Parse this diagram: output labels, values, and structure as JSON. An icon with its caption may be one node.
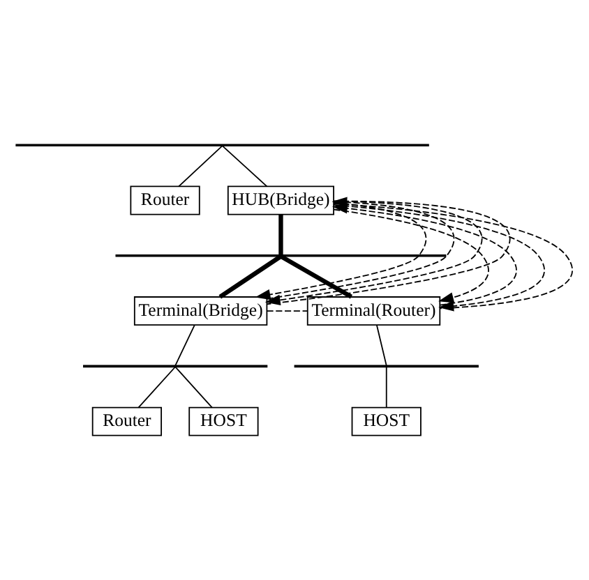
{
  "diagram": {
    "nodes": [
      {
        "text": [],
        "shape": "bar"
      },
      {
        "text": [
          "Router"
        ]
      },
      {
        "text": [
          "HUB(Bridge)"
        ]
      },
      {
        "text": [],
        "shape": "bar"
      },
      {
        "text": [
          "Terminal(Bridge)"
        ]
      },
      {
        "text": [
          "Terminal(Router)"
        ]
      },
      {
        "text": [],
        "shape": "bar"
      },
      {
        "text": [],
        "shape": "bar"
      },
      {
        "text": [
          "Router"
        ]
      },
      {
        "text": [
          "HOST"
        ]
      },
      {
        "text": [
          "HOST"
        ]
      }
    ],
    "edges": [
      {
        "from": 0,
        "to": 1,
        "arrow": "none"
      },
      {
        "from": 0,
        "to": 2,
        "arrow": "none"
      },
      {
        "from": 2,
        "to": 3,
        "arrow": "none",
        "style": "thick"
      },
      {
        "from": 3,
        "to": 4,
        "arrow": "none",
        "style": "thick"
      },
      {
        "from": 3,
        "to": 5,
        "arrow": "none",
        "style": "thick"
      },
      {
        "from": 4,
        "to": 5,
        "arrow": "none",
        "style": "dashed"
      },
      {
        "from": 2,
        "to": 4,
        "arrow": "to",
        "style": "dashed"
      },
      {
        "from": 4,
        "to": 2,
        "arrow": "to",
        "style": "dashed"
      },
      {
        "from": 2,
        "to": 4,
        "arrow": "to",
        "style": "dashed"
      },
      {
        "from": 2,
        "to": 5,
        "arrow": "to",
        "style": "dashed"
      },
      {
        "from": 5,
        "to": 2,
        "arrow": "to",
        "style": "dashed"
      },
      {
        "from": 2,
        "to": 5,
        "arrow": "to",
        "style": "dashed"
      },
      {
        "from": 2,
        "to": 4,
        "arrow": "none",
        "style": "dashed"
      },
      {
        "from": 2,
        "to": 5,
        "arrow": "none",
        "style": "dashed"
      },
      {
        "from": 4,
        "to": 6,
        "arrow": "none"
      },
      {
        "from": 5,
        "to": 7,
        "arrow": "none"
      },
      {
        "from": 6,
        "to": 8,
        "arrow": "none"
      },
      {
        "from": 6,
        "to": 9,
        "arrow": "none"
      },
      {
        "from": 7,
        "to": 10,
        "arrow": "none"
      }
    ]
  }
}
